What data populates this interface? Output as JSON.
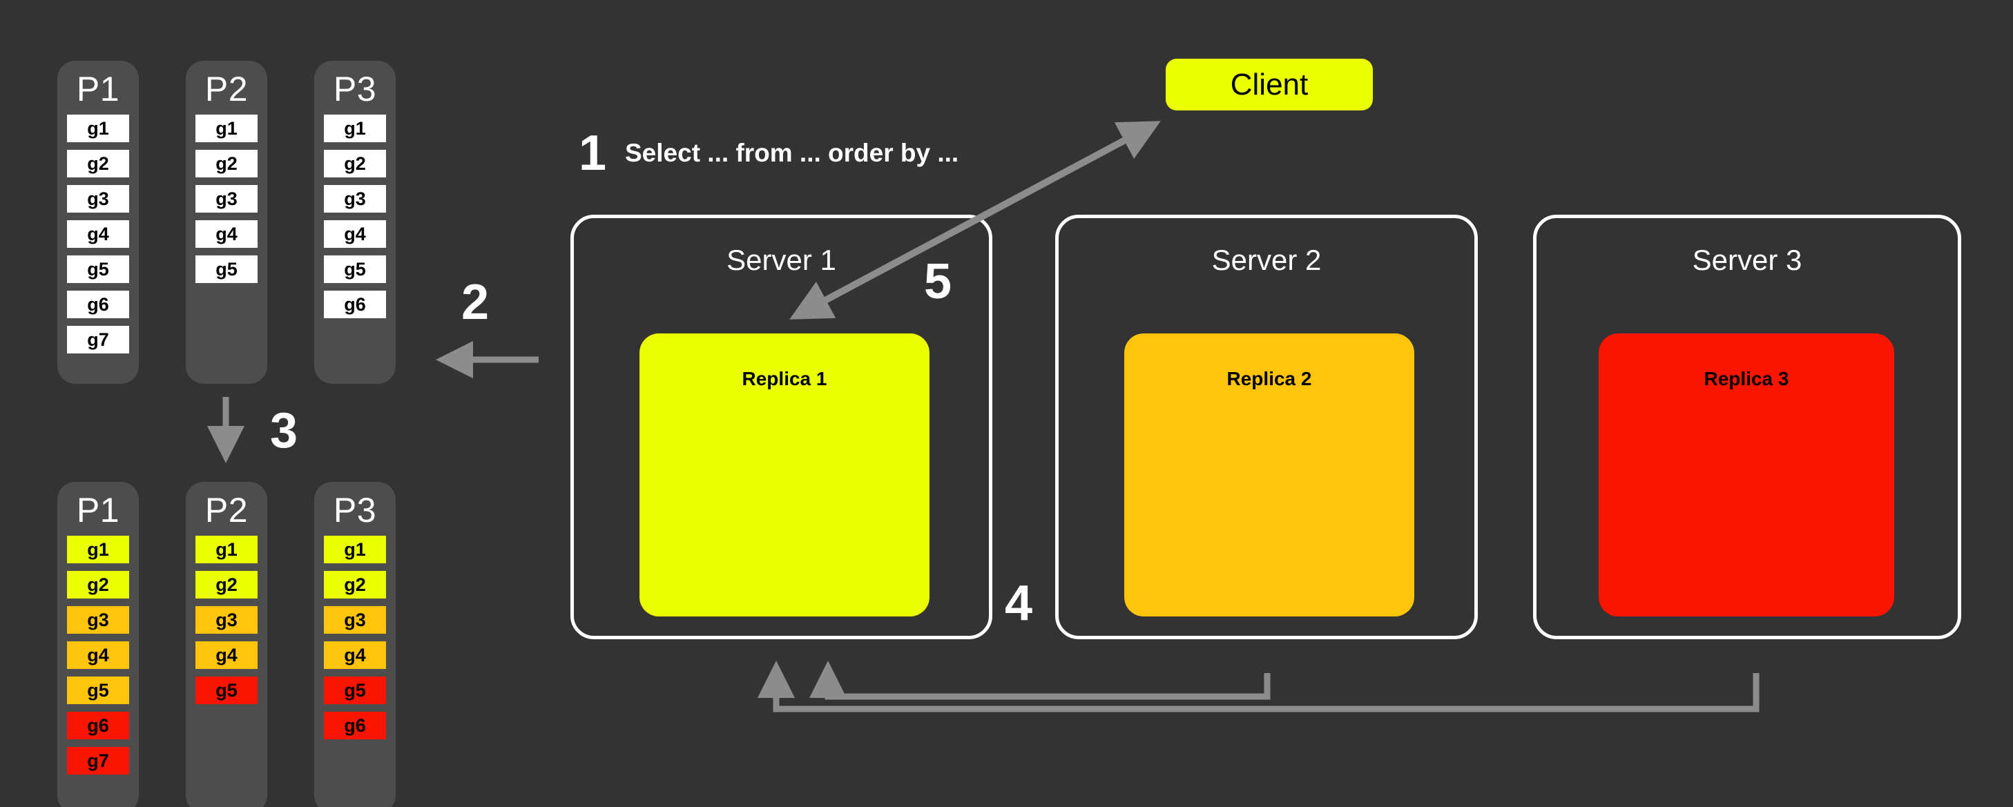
{
  "colors": {
    "background": "#333333",
    "partition_bg": "#4d4d4d",
    "cell_white": "#ffffff",
    "yellow": "#eaff00",
    "orange": "#ffc40c",
    "red": "#fa1500",
    "client_green": "#eaff00",
    "replica1": "#eaff00",
    "replica2": "#ffc40c",
    "replica3": "#fa1500",
    "arrow_gray": "#8c8c8c",
    "server_border": "#ffffff",
    "text_light": "#ffffff",
    "text_dark": "#000000"
  },
  "partitions_top": [
    {
      "title": "P1",
      "cells": [
        {
          "label": "g1",
          "color": "#ffffff"
        },
        {
          "label": "g2",
          "color": "#ffffff"
        },
        {
          "label": "g3",
          "color": "#ffffff"
        },
        {
          "label": "g4",
          "color": "#ffffff"
        },
        {
          "label": "g5",
          "color": "#ffffff"
        },
        {
          "label": "g6",
          "color": "#ffffff"
        },
        {
          "label": "g7",
          "color": "#ffffff"
        }
      ]
    },
    {
      "title": "P2",
      "cells": [
        {
          "label": "g1",
          "color": "#ffffff"
        },
        {
          "label": "g2",
          "color": "#ffffff"
        },
        {
          "label": "g3",
          "color": "#ffffff"
        },
        {
          "label": "g4",
          "color": "#ffffff"
        },
        {
          "label": "g5",
          "color": "#ffffff"
        }
      ]
    },
    {
      "title": "P3",
      "cells": [
        {
          "label": "g1",
          "color": "#ffffff"
        },
        {
          "label": "g2",
          "color": "#ffffff"
        },
        {
          "label": "g3",
          "color": "#ffffff"
        },
        {
          "label": "g4",
          "color": "#ffffff"
        },
        {
          "label": "g5",
          "color": "#ffffff"
        },
        {
          "label": "g6",
          "color": "#ffffff"
        }
      ]
    }
  ],
  "partitions_bottom": [
    {
      "title": "P1",
      "cells": [
        {
          "label": "g1",
          "color": "#eaff00"
        },
        {
          "label": "g2",
          "color": "#eaff00"
        },
        {
          "label": "g3",
          "color": "#ffc40c"
        },
        {
          "label": "g4",
          "color": "#ffc40c"
        },
        {
          "label": "g5",
          "color": "#ffc40c"
        },
        {
          "label": "g6",
          "color": "#fa1500"
        },
        {
          "label": "g7",
          "color": "#fa1500"
        }
      ]
    },
    {
      "title": "P2",
      "cells": [
        {
          "label": "g1",
          "color": "#eaff00"
        },
        {
          "label": "g2",
          "color": "#eaff00"
        },
        {
          "label": "g3",
          "color": "#ffc40c"
        },
        {
          "label": "g4",
          "color": "#ffc40c"
        },
        {
          "label": "g5",
          "color": "#fa1500"
        }
      ]
    },
    {
      "title": "P3",
      "cells": [
        {
          "label": "g1",
          "color": "#eaff00"
        },
        {
          "label": "g2",
          "color": "#eaff00"
        },
        {
          "label": "g3",
          "color": "#ffc40c"
        },
        {
          "label": "g4",
          "color": "#ffc40c"
        },
        {
          "label": "g5",
          "color": "#fa1500"
        },
        {
          "label": "g6",
          "color": "#fa1500"
        }
      ]
    }
  ],
  "client": {
    "label": "Client"
  },
  "servers": [
    {
      "title": "Server 1",
      "replica": "Replica 1",
      "replica_color": "#eaff00"
    },
    {
      "title": "Server 2",
      "replica": "Replica 2",
      "replica_color": "#ffc40c"
    },
    {
      "title": "Server 3",
      "replica": "Replica 3",
      "replica_color": "#fa1500"
    }
  ],
  "steps": [
    {
      "id": "1",
      "num": "1",
      "text": "Select ... from ... order by ..."
    },
    {
      "id": "2",
      "num": "2",
      "text": ""
    },
    {
      "id": "3",
      "num": "3",
      "text": ""
    },
    {
      "id": "4",
      "num": "4",
      "text": ""
    },
    {
      "id": "5",
      "num": "5",
      "text": ""
    }
  ]
}
